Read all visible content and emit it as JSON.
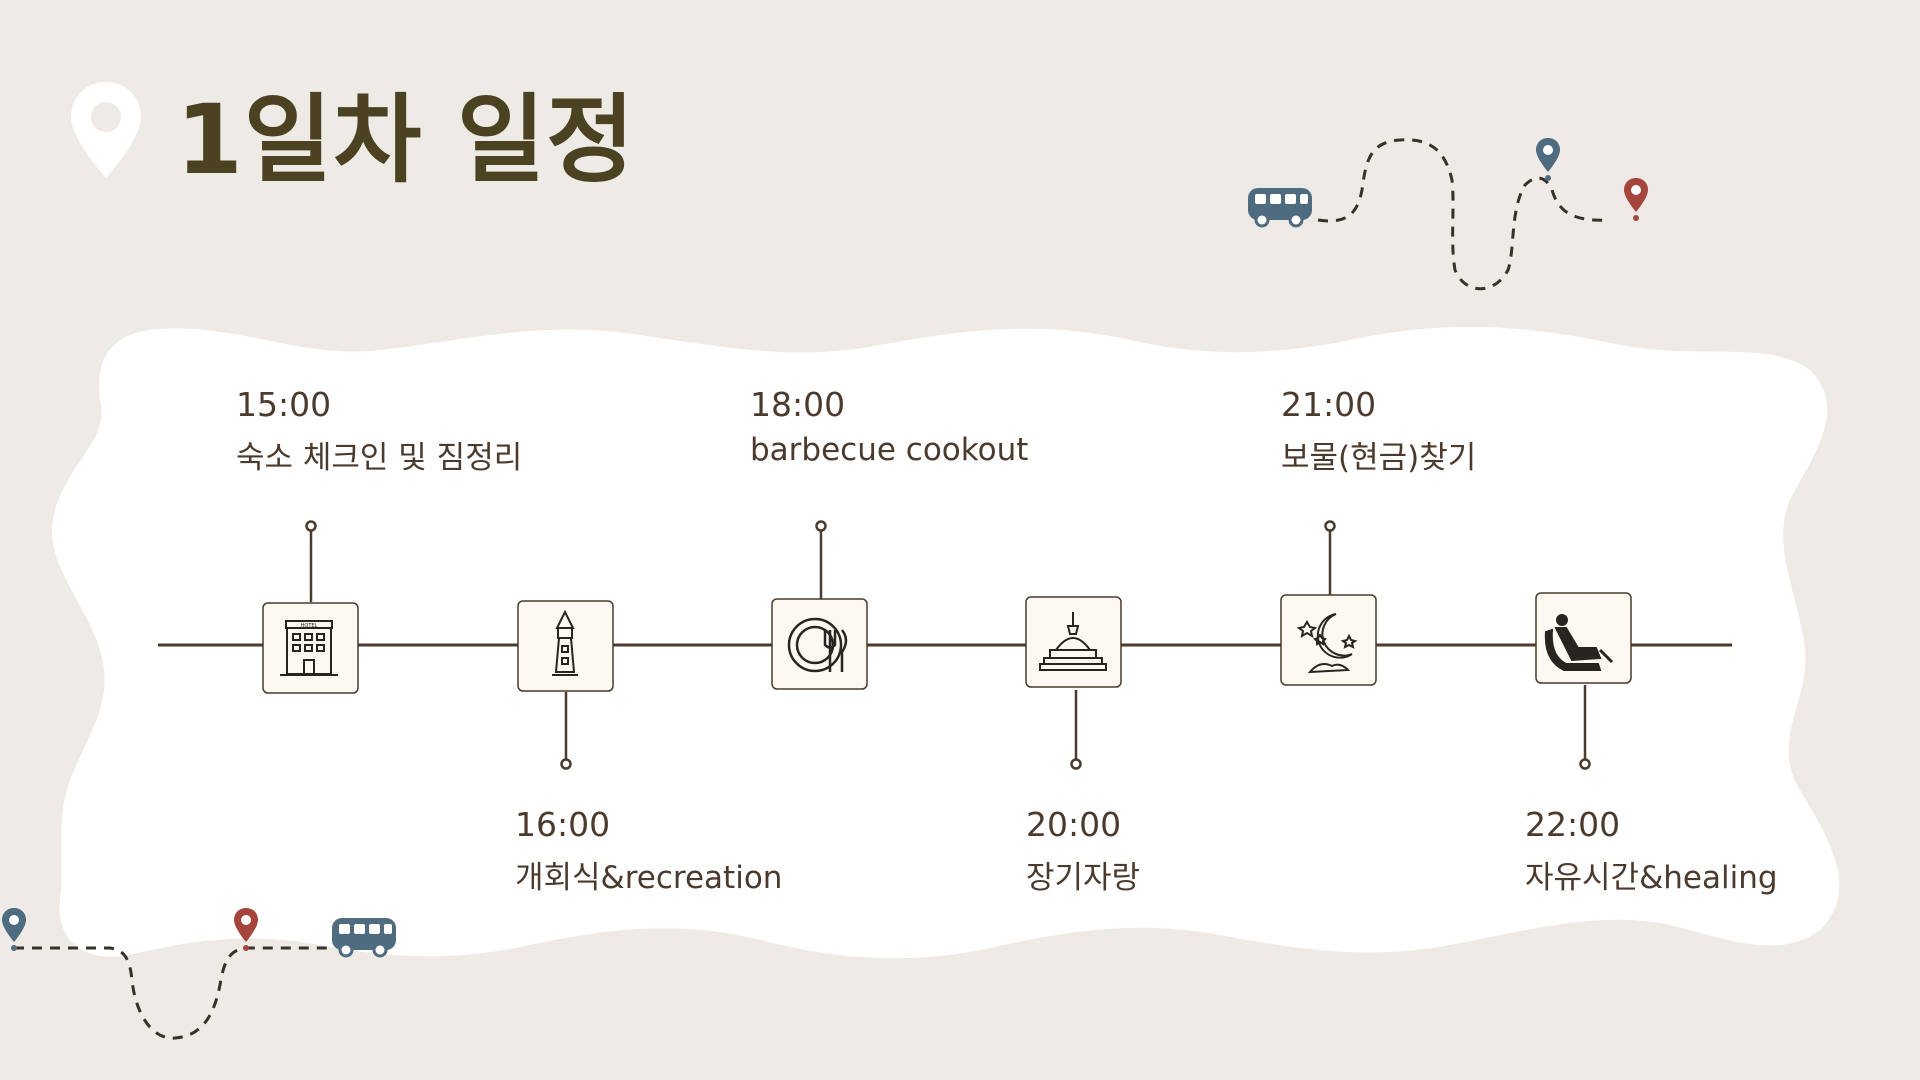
{
  "page": {
    "title": "1일차 일정"
  },
  "timeline": {
    "events": [
      {
        "time": "15:00",
        "label": "숙소 체크인 및 짐정리",
        "icon": "hotel-icon",
        "position": "above"
      },
      {
        "time": "16:00",
        "label": "개회식&recreation",
        "icon": "tower-icon",
        "position": "below"
      },
      {
        "time": "18:00",
        "label": "barbecue cookout",
        "icon": "dinner-plate-icon",
        "position": "above"
      },
      {
        "time": "20:00",
        "label": "장기자랑",
        "icon": "stage-icon",
        "position": "below"
      },
      {
        "time": "21:00",
        "label": "보물(현금)찾기",
        "icon": "moon-stars-icon",
        "position": "above"
      },
      {
        "time": "22:00",
        "label": "자유시간&healing",
        "icon": "massage-chair-icon",
        "position": "below"
      }
    ]
  },
  "colors": {
    "background": "#eeeae5",
    "title": "#4a4220",
    "text": "#4b3a2e",
    "line": "#4b3a2e",
    "icon_box": "#fcf8f2",
    "bus": "#4f6b80",
    "pin_blue": "#4f6b80",
    "pin_red": "#a6453e"
  }
}
